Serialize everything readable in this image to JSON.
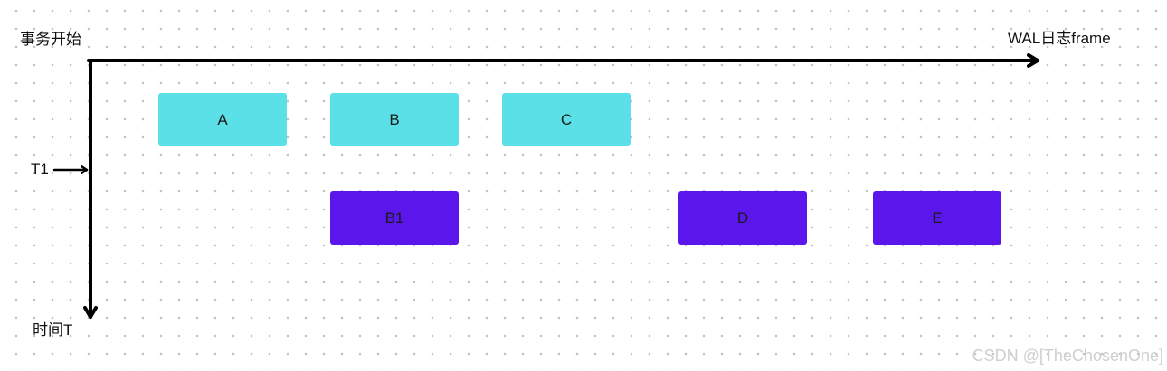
{
  "labels": {
    "transaction_start": "事务开始",
    "wal_frame": "WAL日志frame",
    "time": "时间T",
    "t1": "T1"
  },
  "blocks": {
    "row1": [
      {
        "label": "A",
        "color": "#5ae0e6"
      },
      {
        "label": "B",
        "color": "#5ae0e6"
      },
      {
        "label": "C",
        "color": "#5ae0e6"
      }
    ],
    "row2": [
      {
        "label": "B1",
        "color": "#5b17eb"
      },
      {
        "label": "D",
        "color": "#5b17eb"
      },
      {
        "label": "E",
        "color": "#5b17eb"
      }
    ]
  },
  "watermark": "CSDN @[TheChosenOne]",
  "colors": {
    "axis": "#000000",
    "cyan_block": "#5ae0e6",
    "purple_block": "#5b17eb"
  }
}
